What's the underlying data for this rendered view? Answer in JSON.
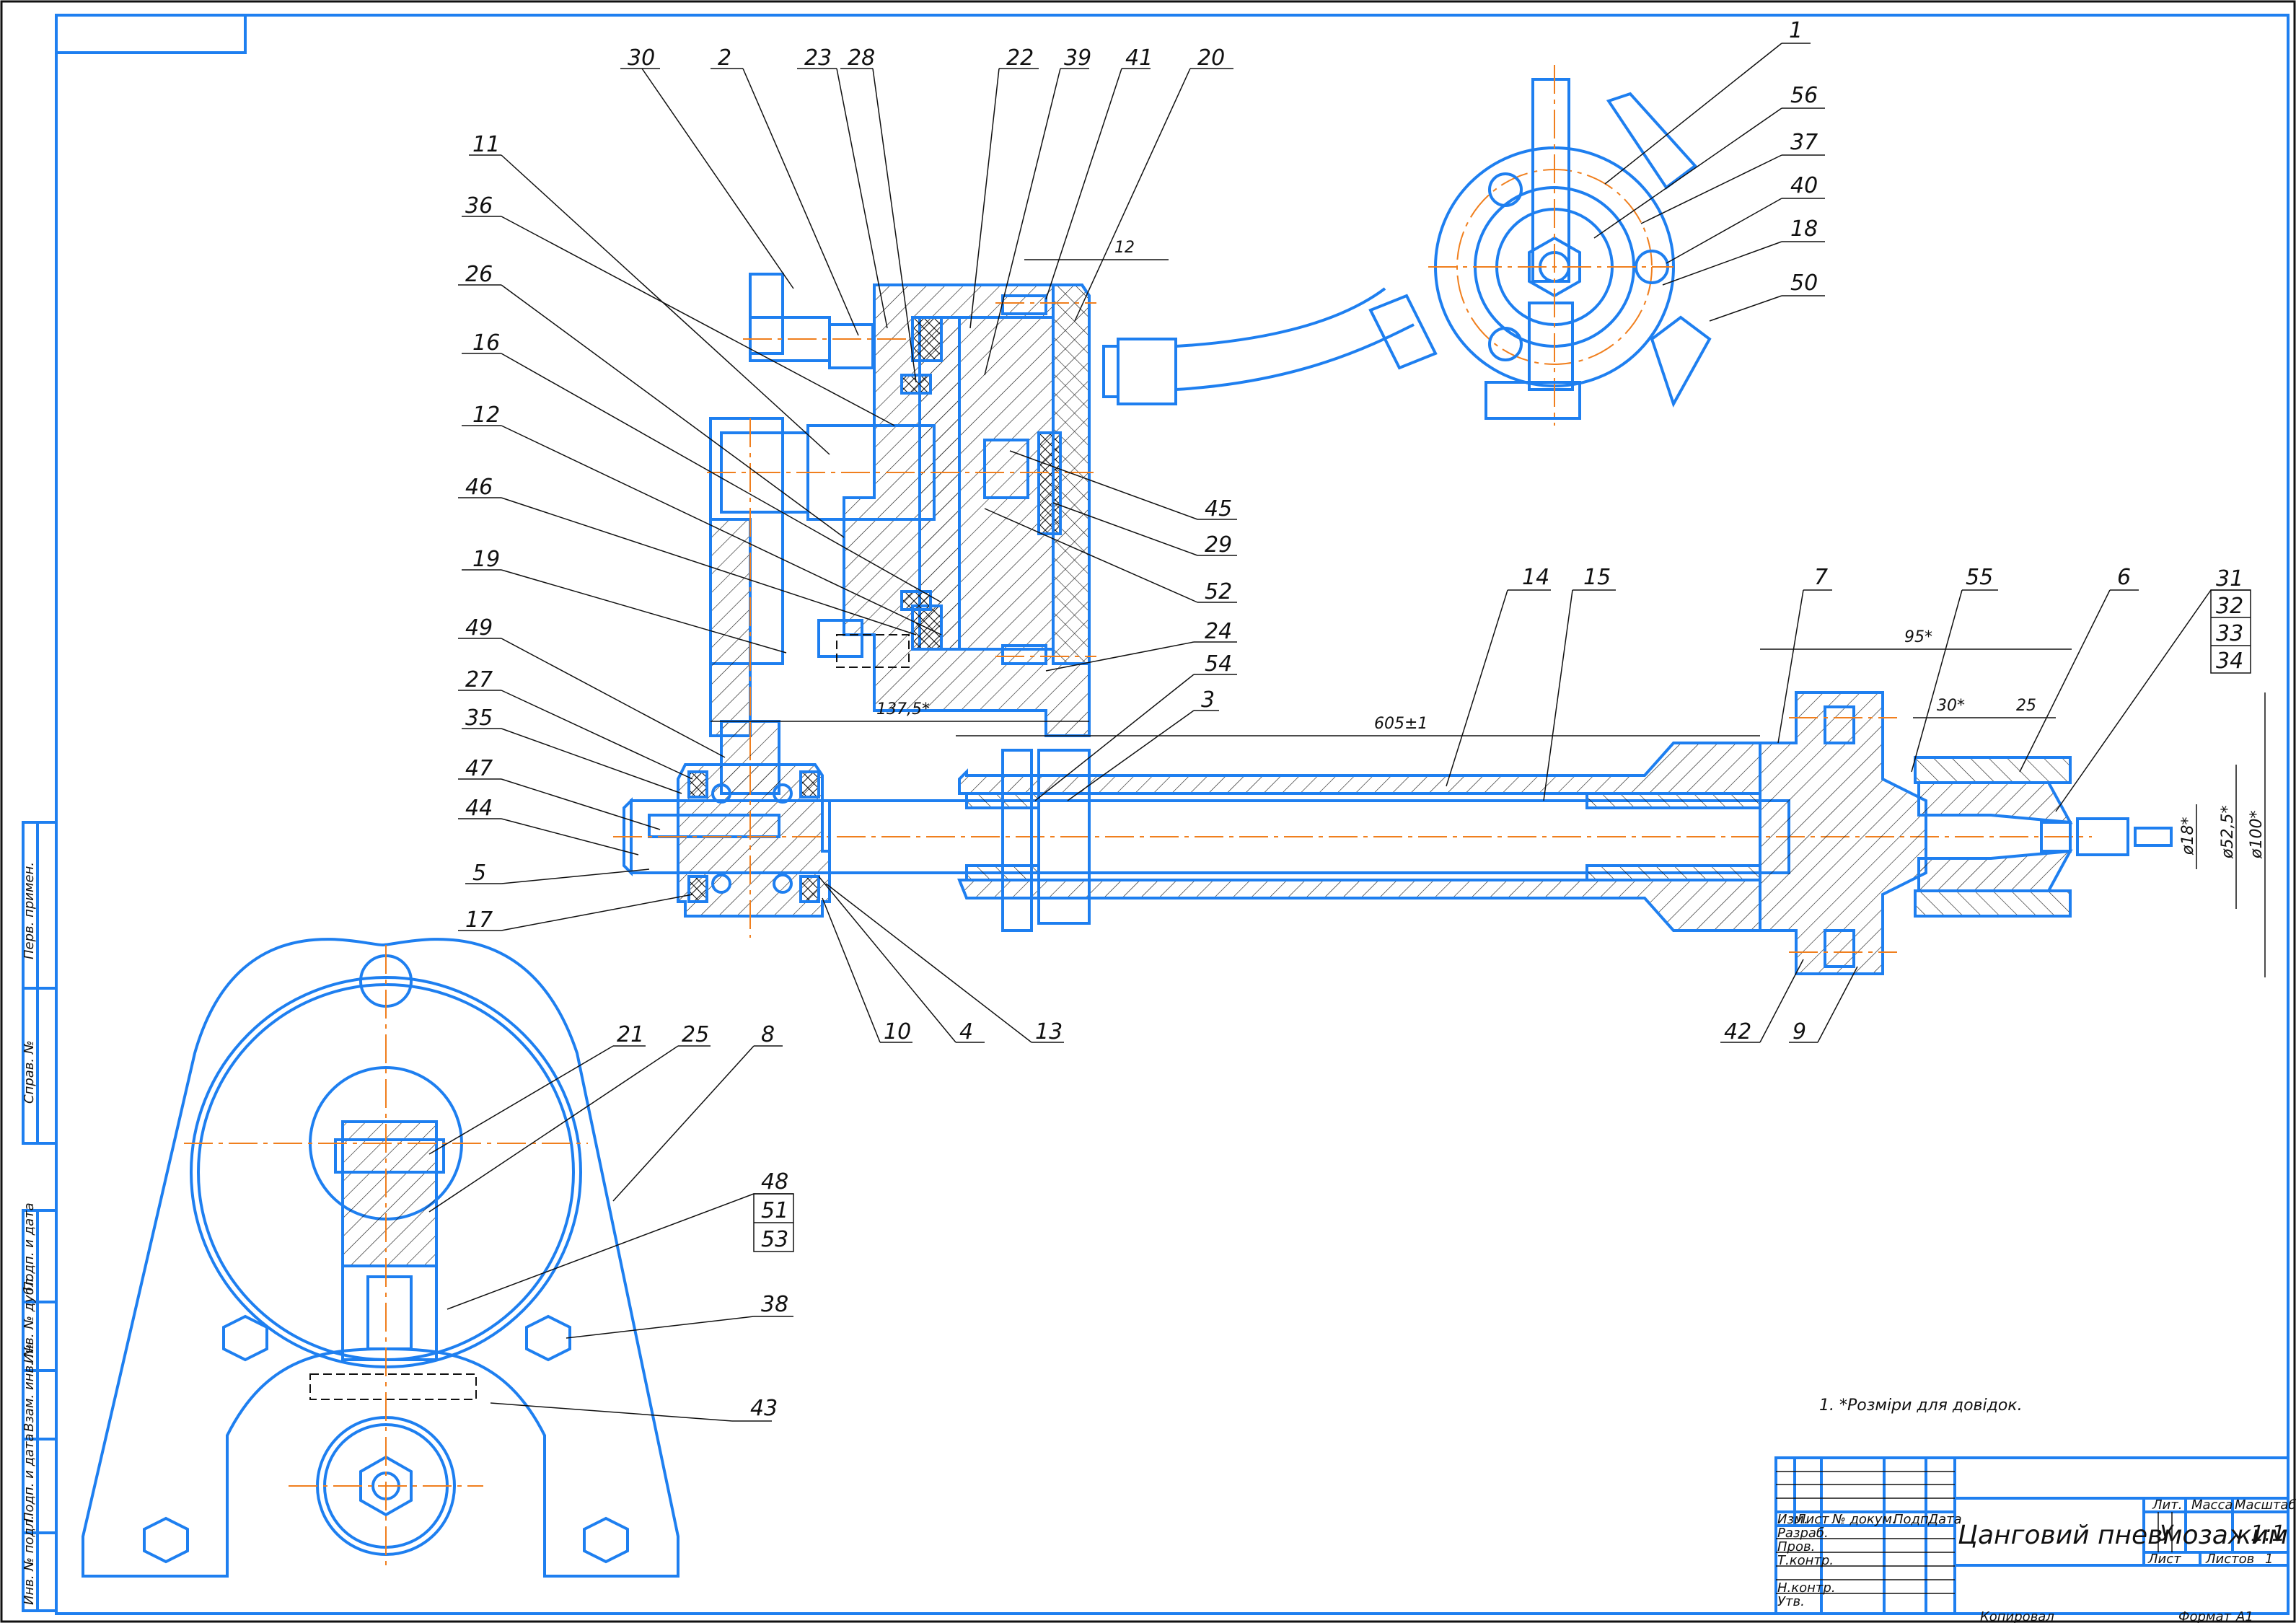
{
  "drawing": {
    "title": "Цанговий пневмозажим",
    "note": "1. *Розміри для довідок.",
    "format_label": "Формат",
    "format_value": "A1",
    "copied_label": "Копировал"
  },
  "title_block": {
    "header_cells": [
      "Изм.",
      "Лист",
      "№ докум.",
      "Подп.",
      "Дата"
    ],
    "row_labels": [
      "Разраб.",
      "Пров.",
      "Т.контр.",
      "",
      "Н.контр.",
      "Утв."
    ],
    "lit_label": "Лит.",
    "mass_label": "Масса",
    "scale_label": "Масштаб",
    "lit_value": "У",
    "scale_value": "1:1",
    "sheet_label": "Лист",
    "sheets_label": "Листов",
    "sheets_value": "1"
  },
  "side_stamp": {
    "upper": [
      "Перв. примен.",
      "Справ. №"
    ],
    "lower": [
      "Подп. и дата",
      "Инв. № дубл.",
      "Взам. инв. №",
      "Подп. и дата",
      "Инв. № подл."
    ]
  },
  "dimensions": {
    "d_12": "12",
    "d_137_5": "137,5*",
    "d_605": "605±1",
    "d_95": "95*",
    "d_30": "30*",
    "d_25": "25",
    "d_phi18": "ø18*",
    "d_phi52_5": "ø52,5*",
    "d_phi100": "ø100*"
  },
  "part_labels": {
    "top_row": [
      "30",
      "2",
      "23",
      "28",
      "22",
      "39",
      "41",
      "20"
    ],
    "left_column": [
      "11",
      "36",
      "26",
      "16",
      "12",
      "46",
      "19",
      "49",
      "27",
      "35",
      "47",
      "44",
      "5",
      "17"
    ],
    "bottom_row_mid": [
      "10",
      "4",
      "13"
    ],
    "right_of_cylinder": [
      "45",
      "29",
      "52",
      "24",
      "54",
      "3"
    ],
    "shaft": [
      "14",
      "15",
      "7",
      "55",
      "6"
    ],
    "stack_31": [
      "31",
      "32",
      "33",
      "34"
    ],
    "collet_bottom": [
      "42",
      "9"
    ],
    "distributor": [
      "1",
      "56",
      "37",
      "40",
      "18",
      "50"
    ],
    "bracket": [
      "21",
      "25",
      "8",
      "38",
      "43"
    ],
    "stack_48": [
      "48",
      "51",
      "53"
    ]
  },
  "colors": {
    "part_outline": "#1E7FF0",
    "axis_line": "#F07F1E",
    "text": "#111111"
  }
}
